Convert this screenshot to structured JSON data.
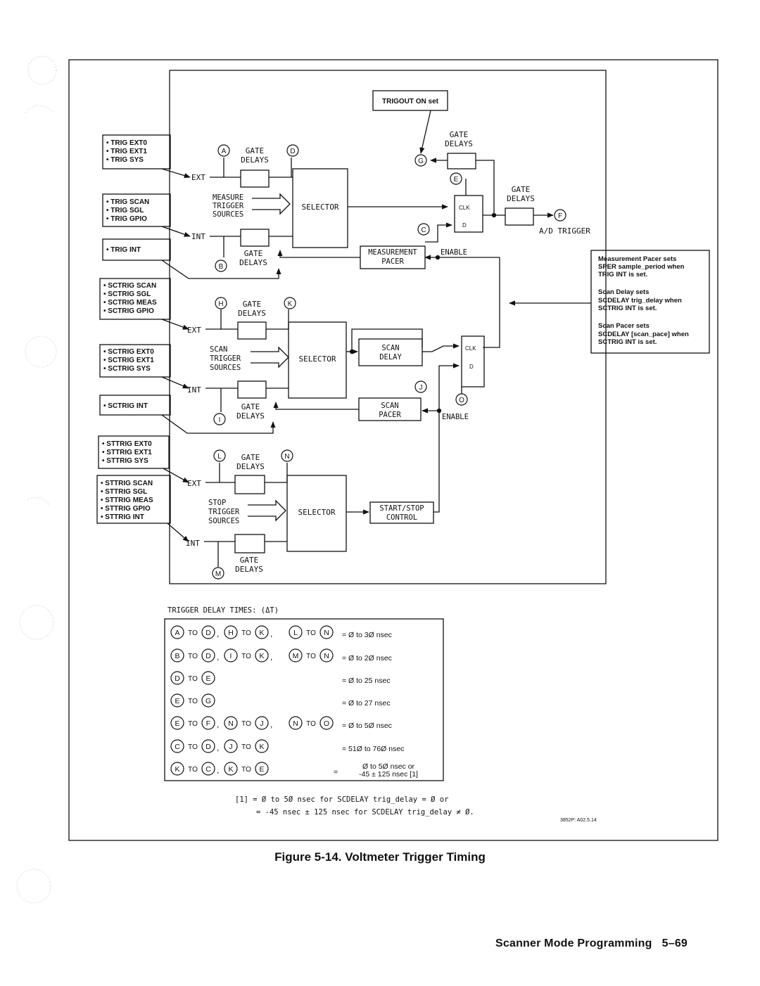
{
  "diagram": {
    "trigout_box": "TRIGOUT ON set",
    "measure": {
      "src_box1": [
        "• TRIG EXT0",
        "• TRIG EXT1",
        "• TRIG SYS"
      ],
      "src_box2": [
        "• TRIG SCAN",
        "• TRIG SGL",
        "• TRIG GPIO"
      ],
      "src_box3": [
        "• TRIG INT"
      ],
      "ext": "EXT",
      "int": "INT",
      "gate_top": [
        "GATE",
        "DELAYS"
      ],
      "gate_bottom": [
        "GATE",
        "DELAYS"
      ],
      "sources": [
        "MEASURE",
        "TRIGGER",
        "SOURCES"
      ],
      "selector": "SELECTOR",
      "pacer": [
        "MEASUREMENT",
        "PACER"
      ],
      "enable": "ENABLE"
    },
    "gate_g": [
      "GATE",
      "DELAYS"
    ],
    "gate_f": [
      "GATE",
      "DELAYS"
    ],
    "clk": "CLK",
    "d": "D",
    "ad_trigger": "A/D TRIGGER",
    "scan": {
      "src_box1": [
        "• SCTRIG SCAN",
        "• SCTRIG SGL",
        "• SCTRIG MEAS",
        "• SCTRIG GPIO"
      ],
      "src_box2": [
        "• SCTRIG EXT0",
        "• SCTRIG EXT1",
        "• SCTRIG SYS"
      ],
      "src_box3": [
        "• SCTRIG INT"
      ],
      "ext": "EXT",
      "int": "INT",
      "gate_top": [
        "GATE",
        "DELAYS"
      ],
      "gate_bottom": [
        "GATE",
        "DELAYS"
      ],
      "sources": [
        "SCAN",
        "TRIGGER",
        "SOURCES"
      ],
      "selector": "SELECTOR",
      "delay": [
        "SCAN",
        "DELAY"
      ],
      "pacer": [
        "SCAN",
        "PACER"
      ],
      "enable": "ENABLE"
    },
    "stop": {
      "src_box1": [
        "• STTRIG EXT0",
        "• STTRIG EXT1",
        "• STTRIG SYS"
      ],
      "src_box2": [
        "• STTRIG SCAN",
        "• STTRIG SGL",
        "• STTRIG MEAS",
        "• STTRIG GPIO",
        "• STTRIG INT"
      ],
      "ext": "EXT",
      "int": "INT",
      "gate_top": [
        "GATE",
        "DELAYS"
      ],
      "gate_bottom": [
        "GATE",
        "DELAYS"
      ],
      "sources": [
        "STOP",
        "TRIGGER",
        "SOURCES"
      ],
      "selector": "SELECTOR",
      "control": [
        "START/STOP",
        "CONTROL"
      ]
    },
    "points": [
      "A",
      "B",
      "C",
      "D",
      "E",
      "F",
      "G",
      "H",
      "I",
      "J",
      "K",
      "L",
      "M",
      "N",
      "O"
    ],
    "notes": [
      [
        "Measurement Pacer sets",
        "SPER sample_period when",
        "TRIG INT is set."
      ],
      [
        "Scan Delay sets",
        "SCDELAY trig_delay when",
        "SCTRIG INT is set."
      ],
      [
        "Scan Pacer sets",
        "SCDELAY [scan_pace] when",
        "SCTRIG INT is set."
      ]
    ]
  },
  "table": {
    "title": "TRIGGER DELAY TIMES: (ΔT)",
    "to": "TO",
    "rows": [
      {
        "pairs": [
          [
            "A",
            "D"
          ],
          [
            "H",
            "K"
          ],
          [
            "L",
            "N"
          ]
        ],
        "value": "= Ø to 3Ø nsec"
      },
      {
        "pairs": [
          [
            "B",
            "D"
          ],
          [
            "I",
            "K"
          ],
          [
            "M",
            "N"
          ]
        ],
        "value": "= Ø to 2Ø nsec"
      },
      {
        "pairs": [
          [
            "D",
            "E"
          ]
        ],
        "value": "= Ø to 25 nsec"
      },
      {
        "pairs": [
          [
            "E",
            "G"
          ]
        ],
        "value": "= Ø to 27 nsec"
      },
      {
        "pairs": [
          [
            "E",
            "F"
          ],
          [
            "N",
            "J"
          ],
          [
            "N",
            "O"
          ]
        ],
        "value": "= Ø to 5Ø nsec"
      },
      {
        "pairs": [
          [
            "C",
            "D"
          ],
          [
            "J",
            "K"
          ]
        ],
        "value": "= 51Ø to 76Ø nsec"
      },
      {
        "pairs": [
          [
            "K",
            "C"
          ],
          [
            "K",
            "E"
          ]
        ],
        "value_lines": [
          "Ø to 5Ø nsec or",
          "-45 ± 125 nsec [1]"
        ],
        "value_eq": "="
      }
    ],
    "footnote": [
      "[1] = Ø to 5Ø nsec for SCDELAY trig_delay = Ø or",
      "= -45 nsec ± 125 nsec for SCDELAY trig_delay ≠ Ø."
    ],
    "fig_code": "3852P: A02.5.14"
  },
  "caption": "Figure 5-14. Voltmeter Trigger Timing",
  "footer": {
    "section": "Scanner Mode Programming",
    "page": "5–69"
  }
}
